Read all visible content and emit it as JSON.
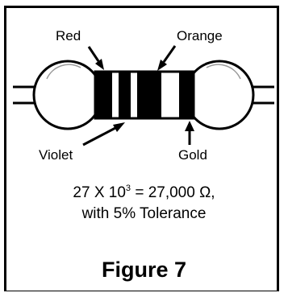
{
  "labels": {
    "red": "Red",
    "orange": "Orange",
    "violet": "Violet",
    "gold": "Gold"
  },
  "formula": {
    "base": "27 X 10",
    "exponent": "3",
    "result": " = 27,000 Ω,",
    "tolerance": "with 5% Tolerance"
  },
  "figure_title": "Figure 7",
  "colors": {
    "ink": "#000000",
    "background": "#ffffff"
  }
}
